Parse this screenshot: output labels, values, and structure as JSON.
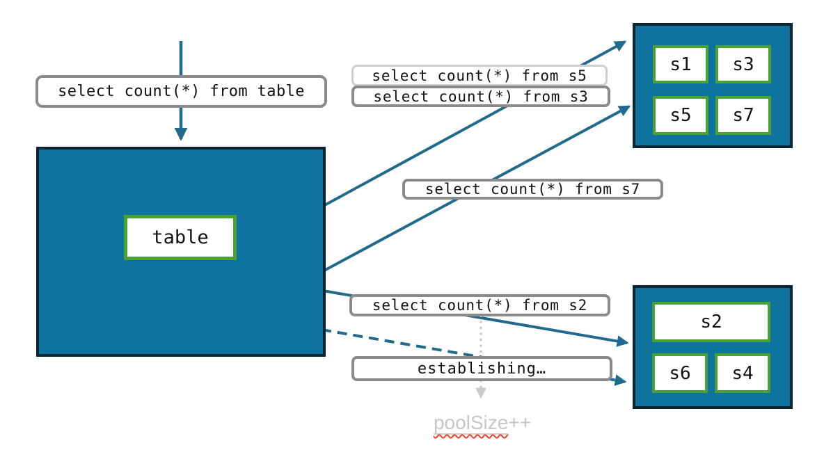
{
  "pills": {
    "table_query": "select count(*) from table",
    "s5_query": "select count(*) from s5",
    "s3_query": "select count(*) from s3",
    "s7_query": "select count(*) from s7",
    "s2_query": "select count(*) from s2",
    "establishing": "establishing…"
  },
  "nodes": {
    "table_label": "table",
    "top_shards": [
      "s1",
      "s3",
      "s5",
      "s7"
    ],
    "bottom_shards": [
      "s2",
      "s6",
      "s4"
    ]
  },
  "annotations": {
    "pool_size_word": "poolSize",
    "pool_size_suffix": "++"
  },
  "colors": {
    "node_fill": "#0f73a0",
    "node_border": "#0d2433",
    "shard_border": "#4aa136",
    "arrow": "#1f6a8d",
    "pill_border": "#8a8a8a",
    "pill_border_faded": "#cfcfcf",
    "dotted_connector": "#c9c9c9",
    "muted_text": "#c6c6c6",
    "spellcheck_red": "#e8442c"
  }
}
